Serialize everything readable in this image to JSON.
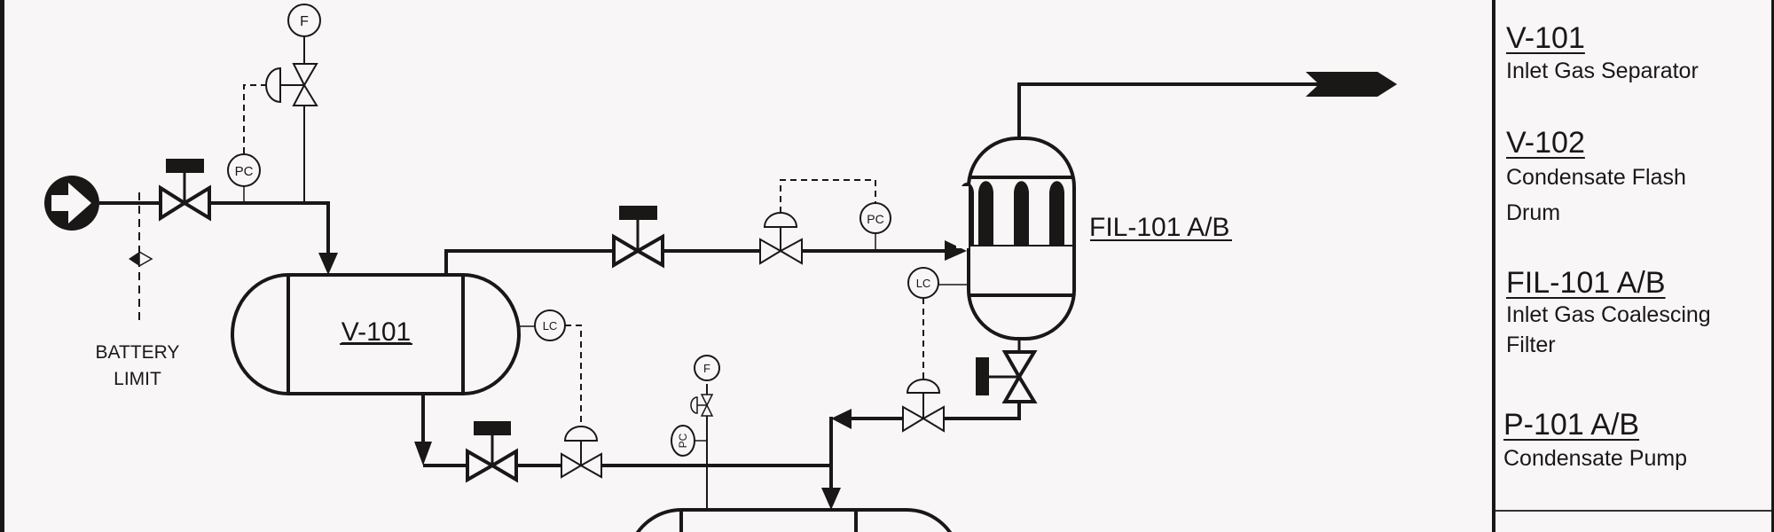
{
  "diagram": {
    "title": "Inlet Gas Separation P&ID",
    "labels": {
      "battery_limit_line1": "BATTERY",
      "battery_limit_line2": "LIMIT",
      "v101_tag": "V-101",
      "fil101_tag": "FIL-101 A/B"
    },
    "instruments": {
      "inlet_pc": "PC",
      "inlet_f": "F",
      "v101_lc": "LC",
      "gas_pc": "PC",
      "filter_lc": "LC",
      "flash_f": "F",
      "flash_pc": "PC"
    },
    "colors": {
      "line": "#1a1717",
      "background": "#f8f6f7"
    }
  },
  "legend": {
    "items": [
      {
        "tag": "V-101",
        "description": "Inlet Gas Separator"
      },
      {
        "tag": "V-102",
        "description": "Condensate Flash\nDrum"
      },
      {
        "tag": "FIL-101 A/B",
        "description": "Inlet Gas Coalescing\nFilter"
      },
      {
        "tag": "P-101 A/B",
        "description": "Condensate Pump"
      }
    ]
  }
}
